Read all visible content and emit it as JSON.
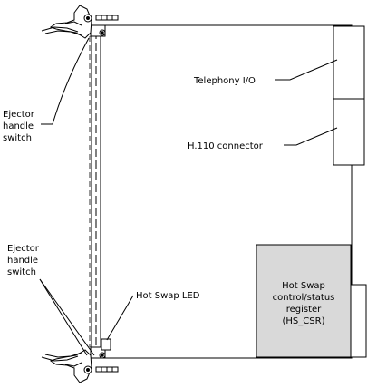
{
  "labels": {
    "telephony_io": "Telephony I/O",
    "h110_connector": "H.110 connector",
    "ejector_top": [
      "Ejector",
      "handle",
      "switch"
    ],
    "ejector_bottom": [
      "Ejector",
      "handle",
      "switch"
    ],
    "hot_swap_led": "Hot Swap LED",
    "hs_csr": [
      "Hot Swap",
      "control/status",
      "register",
      "(HS_CSR)"
    ]
  },
  "colors": {
    "line": "#000000",
    "fill": "#ffffff",
    "register_fill": "#d9d9d9"
  }
}
